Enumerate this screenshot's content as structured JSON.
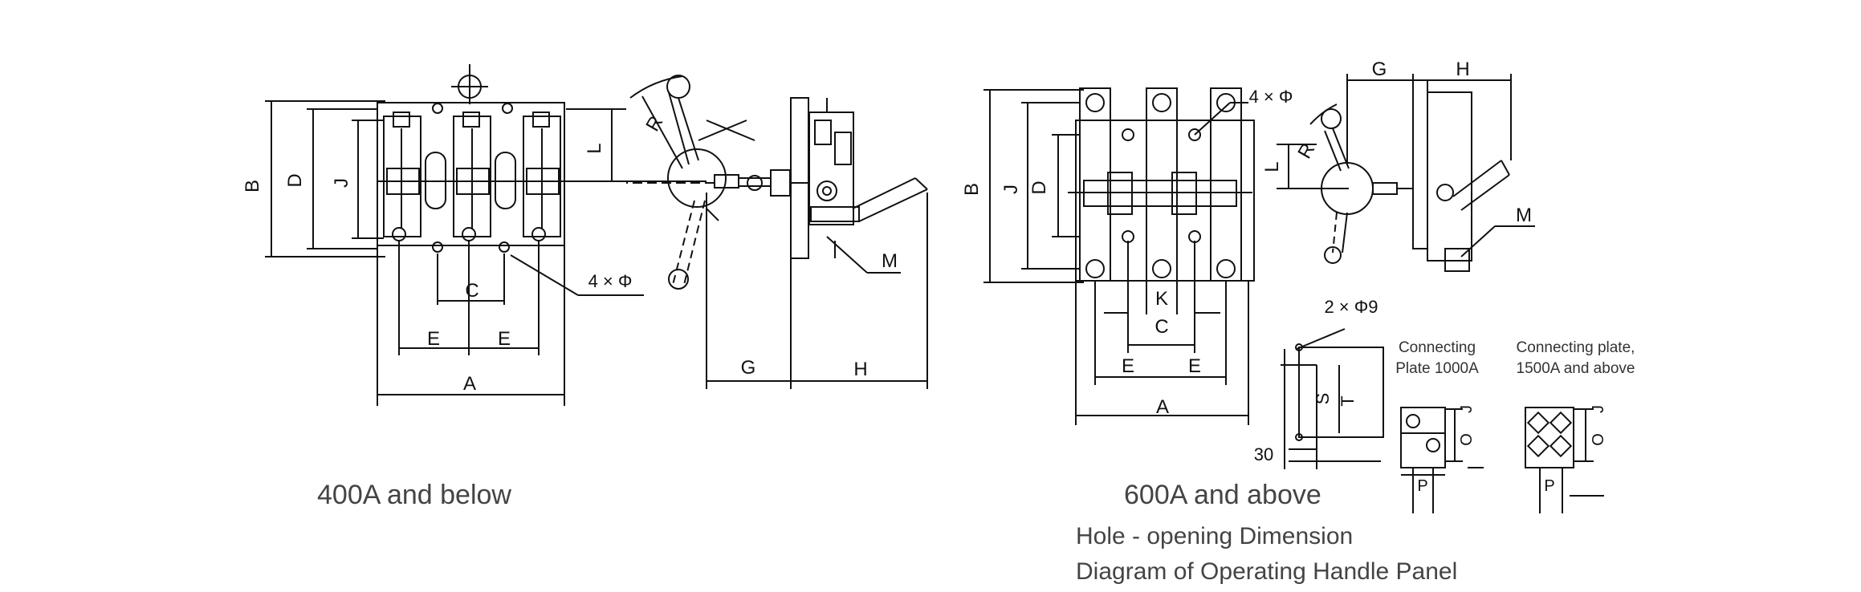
{
  "captions": {
    "left": "400A and below",
    "right": "600A and above",
    "hole_line1": "Hole - opening Dimension",
    "hole_line2": "Diagram of Operating Handle Panel"
  },
  "notes": {
    "plate_1000_line1": "Connecting",
    "plate_1000_line2": "Plate 1000A",
    "plate_1500_line1": "Connecting plate,",
    "plate_1500_line2": "1500A and above"
  },
  "dims": {
    "A": "A",
    "B": "B",
    "C": "C",
    "D": "D",
    "E": "E",
    "G": "G",
    "H": "H",
    "J": "J",
    "K": "K",
    "L": "L",
    "M": "M",
    "R": "R",
    "S": "S",
    "T": "T",
    "O": "O",
    "P": "P",
    "four_phi": "4 × Φ",
    "two_phi9": "2 × Φ9",
    "thirty": "30"
  }
}
